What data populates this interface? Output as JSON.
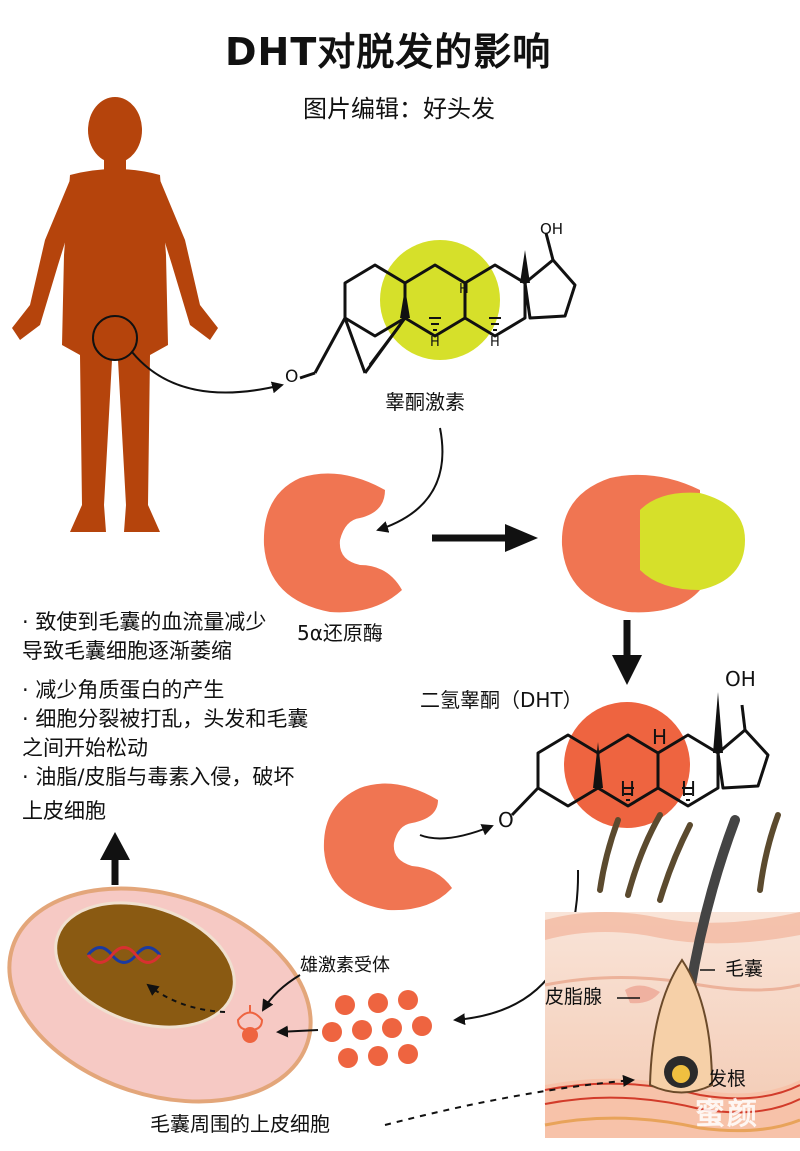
{
  "title": "DHT对脱发的影响",
  "subtitle": "图片编辑：好头发",
  "labels": {
    "testosterone": "睾酮激素",
    "reductase": "5α还原酶",
    "dht": "二氢睾酮（DHT）",
    "receptor": "雄激素受体",
    "epithelial_cell": "毛囊周围的上皮细胞",
    "follicle": "毛囊",
    "sebaceous_gland": "皮脂腺",
    "hair_root": "发根",
    "oh_top": "OH",
    "oh_bottom": "OH",
    "h": "H",
    "o": "O"
  },
  "effects": [
    "· 致使到毛囊的血流量减少",
    "  导致毛囊细胞逐渐萎缩",
    "· 减少角质蛋白的产生",
    "· 细胞分裂被打乱，头发和毛囊",
    "  之间开始松动",
    "· 油脂/皮脂与毒素入侵，破坏",
    "  上皮细胞"
  ],
  "watermark": "蜜颜",
  "colors": {
    "body": "#b5440c",
    "enzyme": "#f07552",
    "testosterone_highlight": "#d6e02a",
    "dht_highlight": "#ee6440",
    "cell_outer": "#f6c9c4",
    "nucleus": "#8a5a12",
    "skin": "#f7d8c8"
  }
}
